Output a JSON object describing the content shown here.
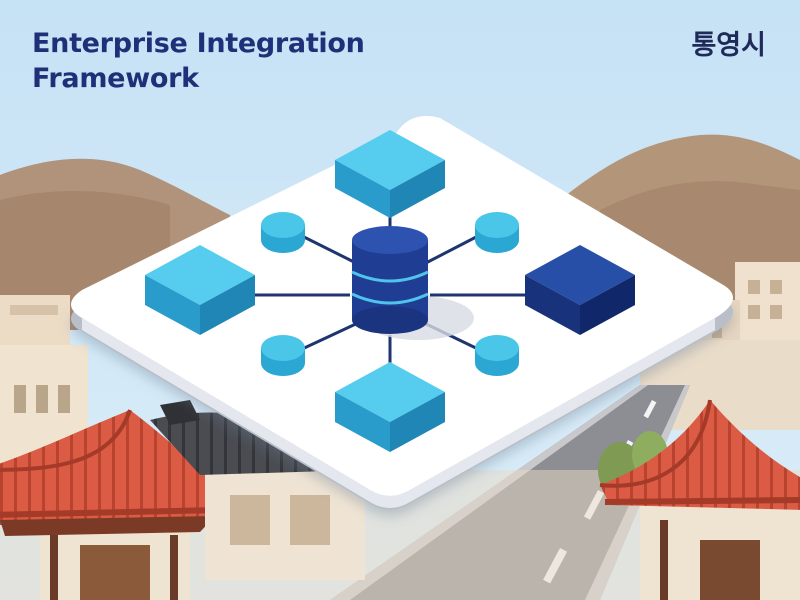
{
  "header": {
    "title_line_1": "Enterprise Integration",
    "title_line_2": "Framework",
    "location_label": "통영시"
  },
  "illustration": {
    "subject": "enterprise-integration-hub",
    "hub_icon": "database-icon",
    "node_icons": [
      "cube-icon",
      "cube-icon",
      "cube-icon",
      "cube-icon",
      "circle-node-icon",
      "circle-node-icon",
      "circle-node-icon",
      "circle-node-icon"
    ],
    "background_icons": [
      "mountain-icon",
      "hanok-roof-icon",
      "road-icon",
      "building-icon"
    ]
  },
  "colors": {
    "sky": "#cfe6f6",
    "title": "#1f3078",
    "cube_light": "#3cc0e3",
    "cube_dark": "#1b3a8c",
    "hub": "#1e3c8f",
    "roof": "#d9563f",
    "mountain": "#b3957a",
    "road": "#8f8f94"
  }
}
